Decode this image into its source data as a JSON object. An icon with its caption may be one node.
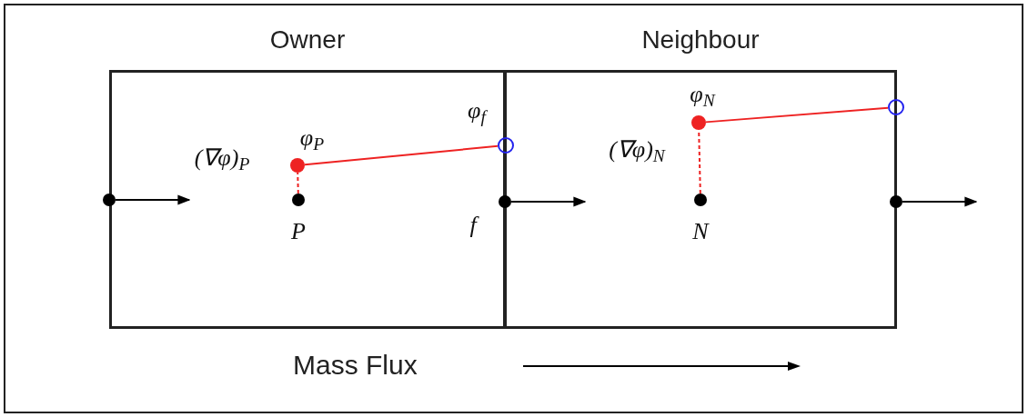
{
  "diagram": {
    "nodes": [
      {
        "text": [
          "Owner"
        ]
      },
      {
        "text": [
          "Neighbour"
        ]
      },
      {
        "text": [],
        "shape": "circle"
      },
      {
        "text": [],
        "shape": "circle",
        "in": 0,
        "beside": [
          "P"
        ]
      },
      {
        "text": [],
        "shape": "circle",
        "in": 0,
        "beside": [
          "φ$_{P}$",
          "(∇φ)$_{P}$"
        ]
      },
      {
        "text": [],
        "shape": "circle",
        "beside": [
          "f"
        ]
      },
      {
        "text": [],
        "shape": "circle",
        "beside": [
          "φ$_{f}$"
        ]
      },
      {
        "text": [],
        "shape": "circle",
        "in": 1,
        "beside": [
          "N"
        ]
      },
      {
        "text": [],
        "shape": "circle",
        "in": 1,
        "beside": [
          "φ$_{N}$",
          "(∇φ)$_{N}$"
        ]
      },
      {
        "text": [],
        "shape": "circle"
      },
      {
        "text": [],
        "shape": "circle"
      }
    ],
    "edges": [
      {
        "from": 2,
        "to": null,
        "arrow": "to",
        "color": "#000000"
      },
      {
        "from": 3,
        "to": 4,
        "arrow": "none",
        "style": "dashed",
        "color": "#ee2222"
      },
      {
        "from": 4,
        "to": 6,
        "arrow": "none",
        "color": "#ee2222"
      },
      {
        "from": 5,
        "to": null,
        "arrow": "to",
        "color": "#000000"
      },
      {
        "from": 7,
        "to": 8,
        "arrow": "none",
        "style": "dashed",
        "color": "#ee2222"
      },
      {
        "from": 8,
        "to": 10,
        "arrow": "none",
        "color": "#ee2222"
      },
      {
        "from": 9,
        "to": null,
        "arrow": "to",
        "color": "#000000"
      }
    ],
    "labels": [
      "Mass Flux"
    ]
  }
}
